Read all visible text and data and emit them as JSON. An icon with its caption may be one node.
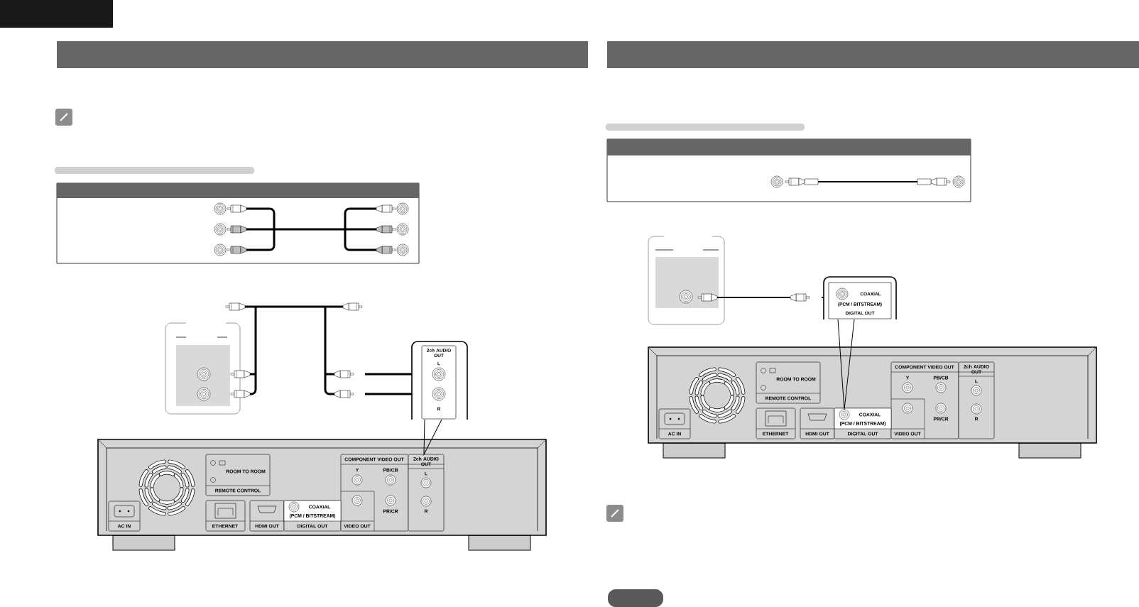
{
  "diagram": {
    "nodes": [
      {
        "text": [],
        "shape": "box"
      }
    ],
    "labels": [
      "2ch AUDIO OUT",
      "L",
      "R",
      "ROOM TO ROOM",
      "REMOTE CONTROL",
      "COMPONENT VIDEO OUT",
      "2ch AUDIO OUT",
      "Y",
      "PB/CB",
      "L",
      "PR/CR",
      "R",
      "AC IN",
      "ETHERNET",
      "COAXIAL",
      "(PCM / BITSTREAM)",
      "HDMI OUT",
      "DIGITAL OUT",
      "VIDEO OUT",
      "COAXIAL",
      "(PCM / BITSTREAM)",
      "DIGITAL OUT",
      "ROOM TO ROOM",
      "REMOTE CONTROL",
      "COMPONENT VIDEO OUT",
      "2ch AUDIO OUT",
      "Y",
      "PB/CB",
      "L",
      "PR/CR",
      "R",
      "AC IN",
      "ETHERNET",
      "COAXIAL",
      "(PCM / BITSTREAM)",
      "HDMI OUT",
      "DIGITAL OUT",
      "VIDEO OUT"
    ]
  }
}
